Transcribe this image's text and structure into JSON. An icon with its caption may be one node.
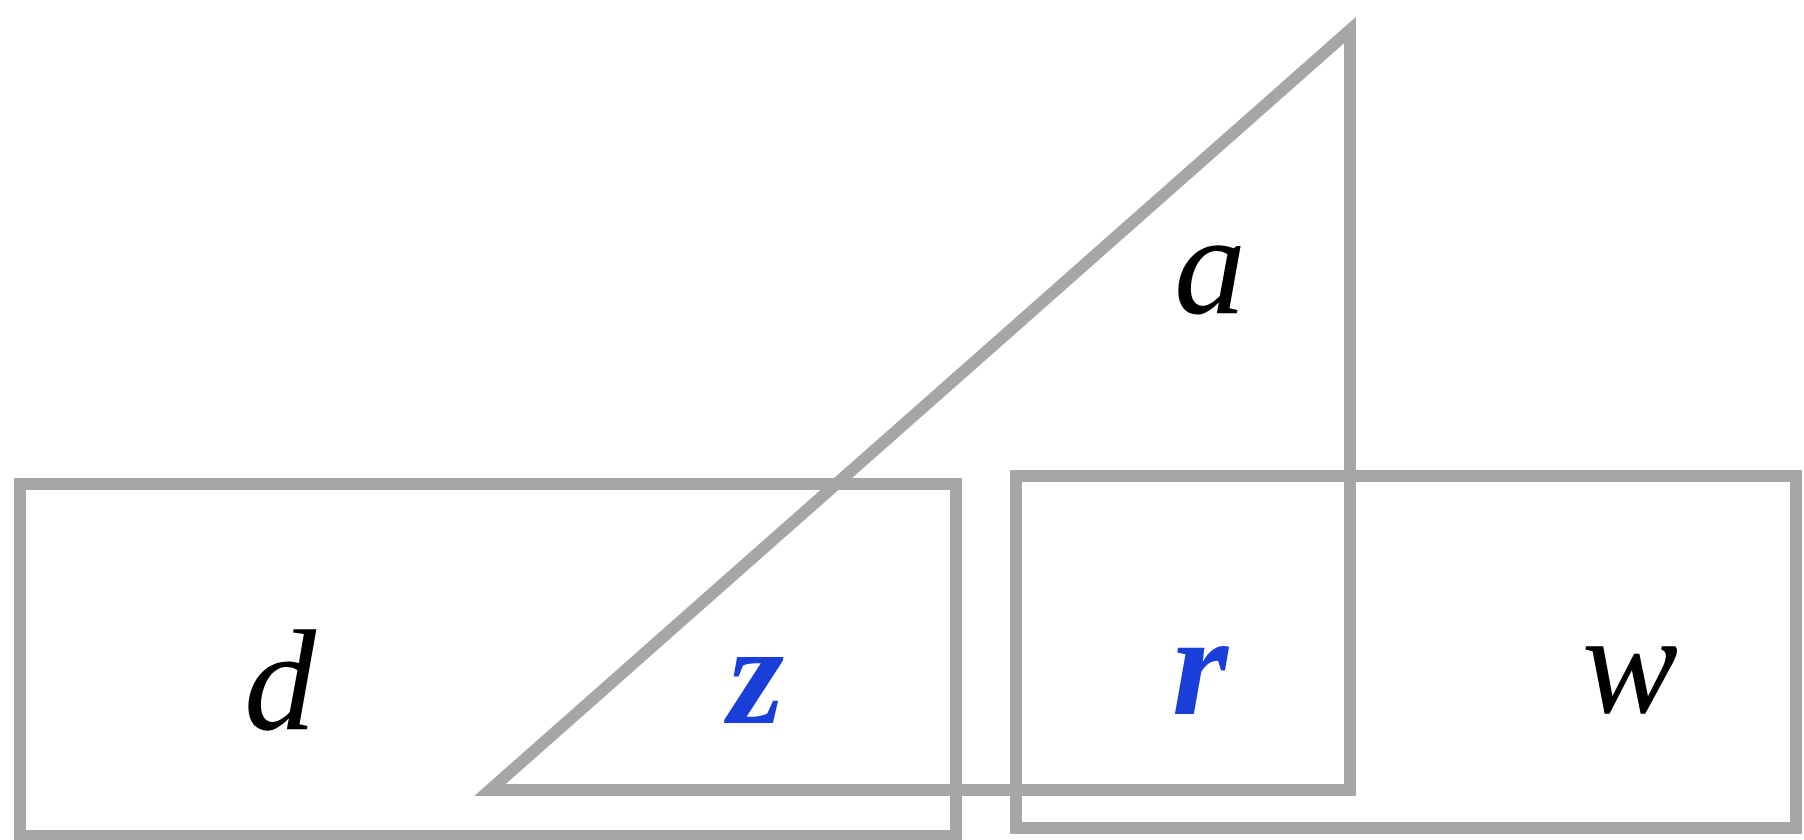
{
  "diagram": {
    "nodes": [
      {
        "text": [
          "a"
        ]
      },
      {
        "text": [
          "d"
        ]
      },
      {
        "text": [
          "w"
        ]
      }
    ],
    "labels": [
      "z",
      "r"
    ]
  }
}
